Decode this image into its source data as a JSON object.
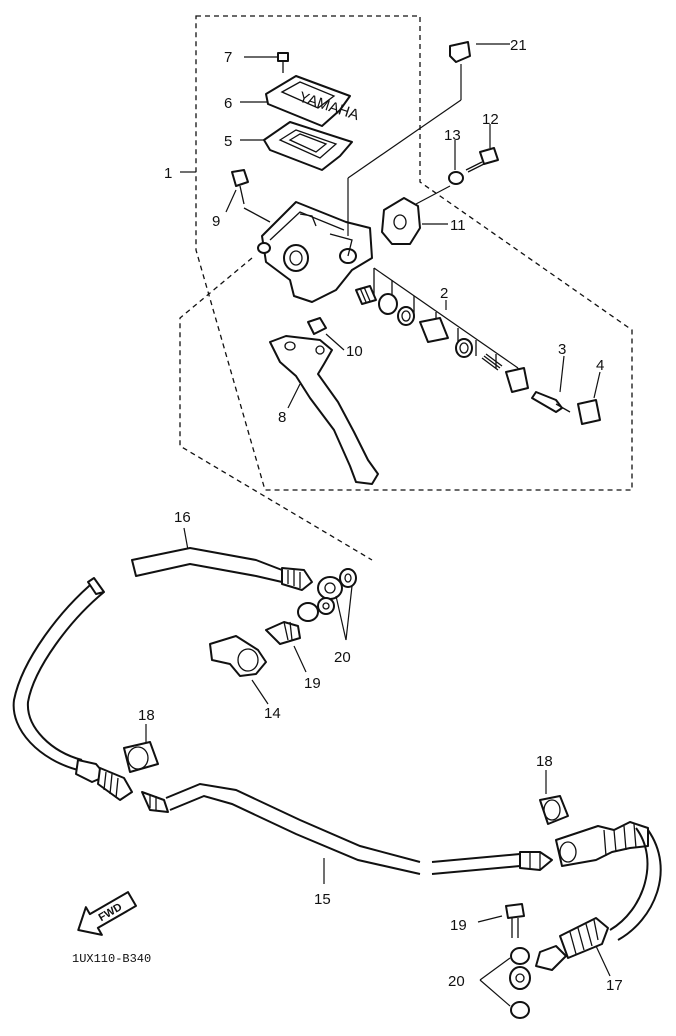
{
  "diagram": {
    "drawing_code": "1UX110-B340",
    "fwd_label": "FWD",
    "callouts": {
      "c1": "1",
      "c2": "2",
      "c3": "3",
      "c4": "4",
      "c5": "5",
      "c6": "6",
      "c7": "7",
      "c8": "8",
      "c9": "9",
      "c10": "10",
      "c11": "11",
      "c12": "12",
      "c13": "13",
      "c14": "14",
      "c15": "15",
      "c16": "16",
      "c17": "17",
      "c18a": "18",
      "c18b": "18",
      "c19a": "19",
      "c19b": "19",
      "c20a": "20",
      "c20b": "20",
      "c21": "21"
    }
  }
}
